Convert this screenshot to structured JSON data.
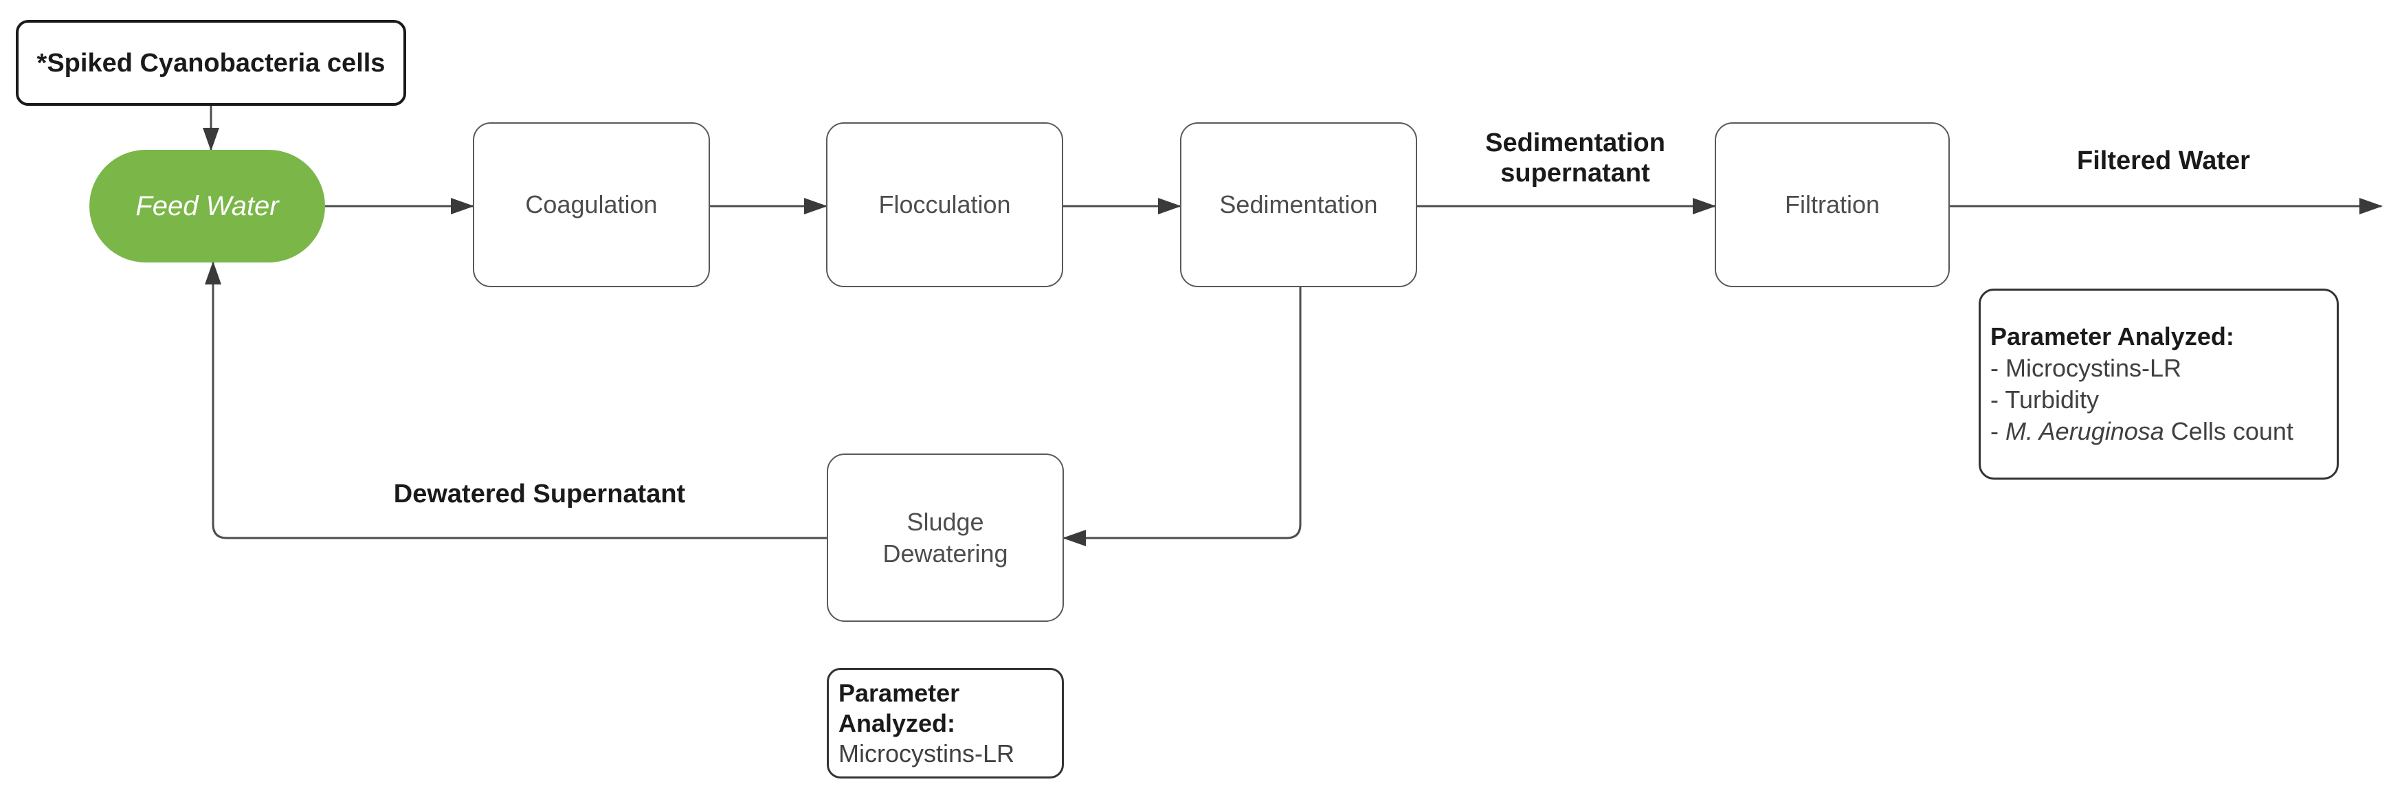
{
  "diagram": {
    "note": {
      "text": "*Spiked Cyanobacteria cells"
    },
    "nodes": {
      "feed_water": "Feed Water",
      "coagulation": "Coagulation",
      "flocculation": "Flocculation",
      "sedimentation": "Sedimentation",
      "filtration": "Filtration",
      "sludge_dewatering": {
        "line1": "Sludge",
        "line2": "Dewatering"
      }
    },
    "edge_labels": {
      "sedimentation_supernatant": {
        "line1": "Sedimentation",
        "line2": "supernatant"
      },
      "filtered_water": "Filtered Water",
      "dewatered_supernatant": "Dewatered Supernatant"
    },
    "annotations": {
      "filtered_params": {
        "heading": "Parameter Analyzed:",
        "items": [
          "- Microcystins-LR",
          "- Turbidity"
        ],
        "item3_prefix": "- ",
        "item3_italic": "M. Aeruginosa",
        "item3_suffix": " Cells count"
      },
      "sludge_params": {
        "heading_line1": "Parameter",
        "heading_line2": "Analyzed:",
        "item": "Microcystins-LR"
      }
    },
    "colors": {
      "feed_water_fill": "#7ab648",
      "feed_water_text": "#ffffff",
      "connector_line": "#4d4d4d",
      "arrowhead": "#3a3a3a",
      "box_border": "#58595b",
      "box_text": "#4d4d4d",
      "strong_text": "#1a1a1a"
    }
  }
}
